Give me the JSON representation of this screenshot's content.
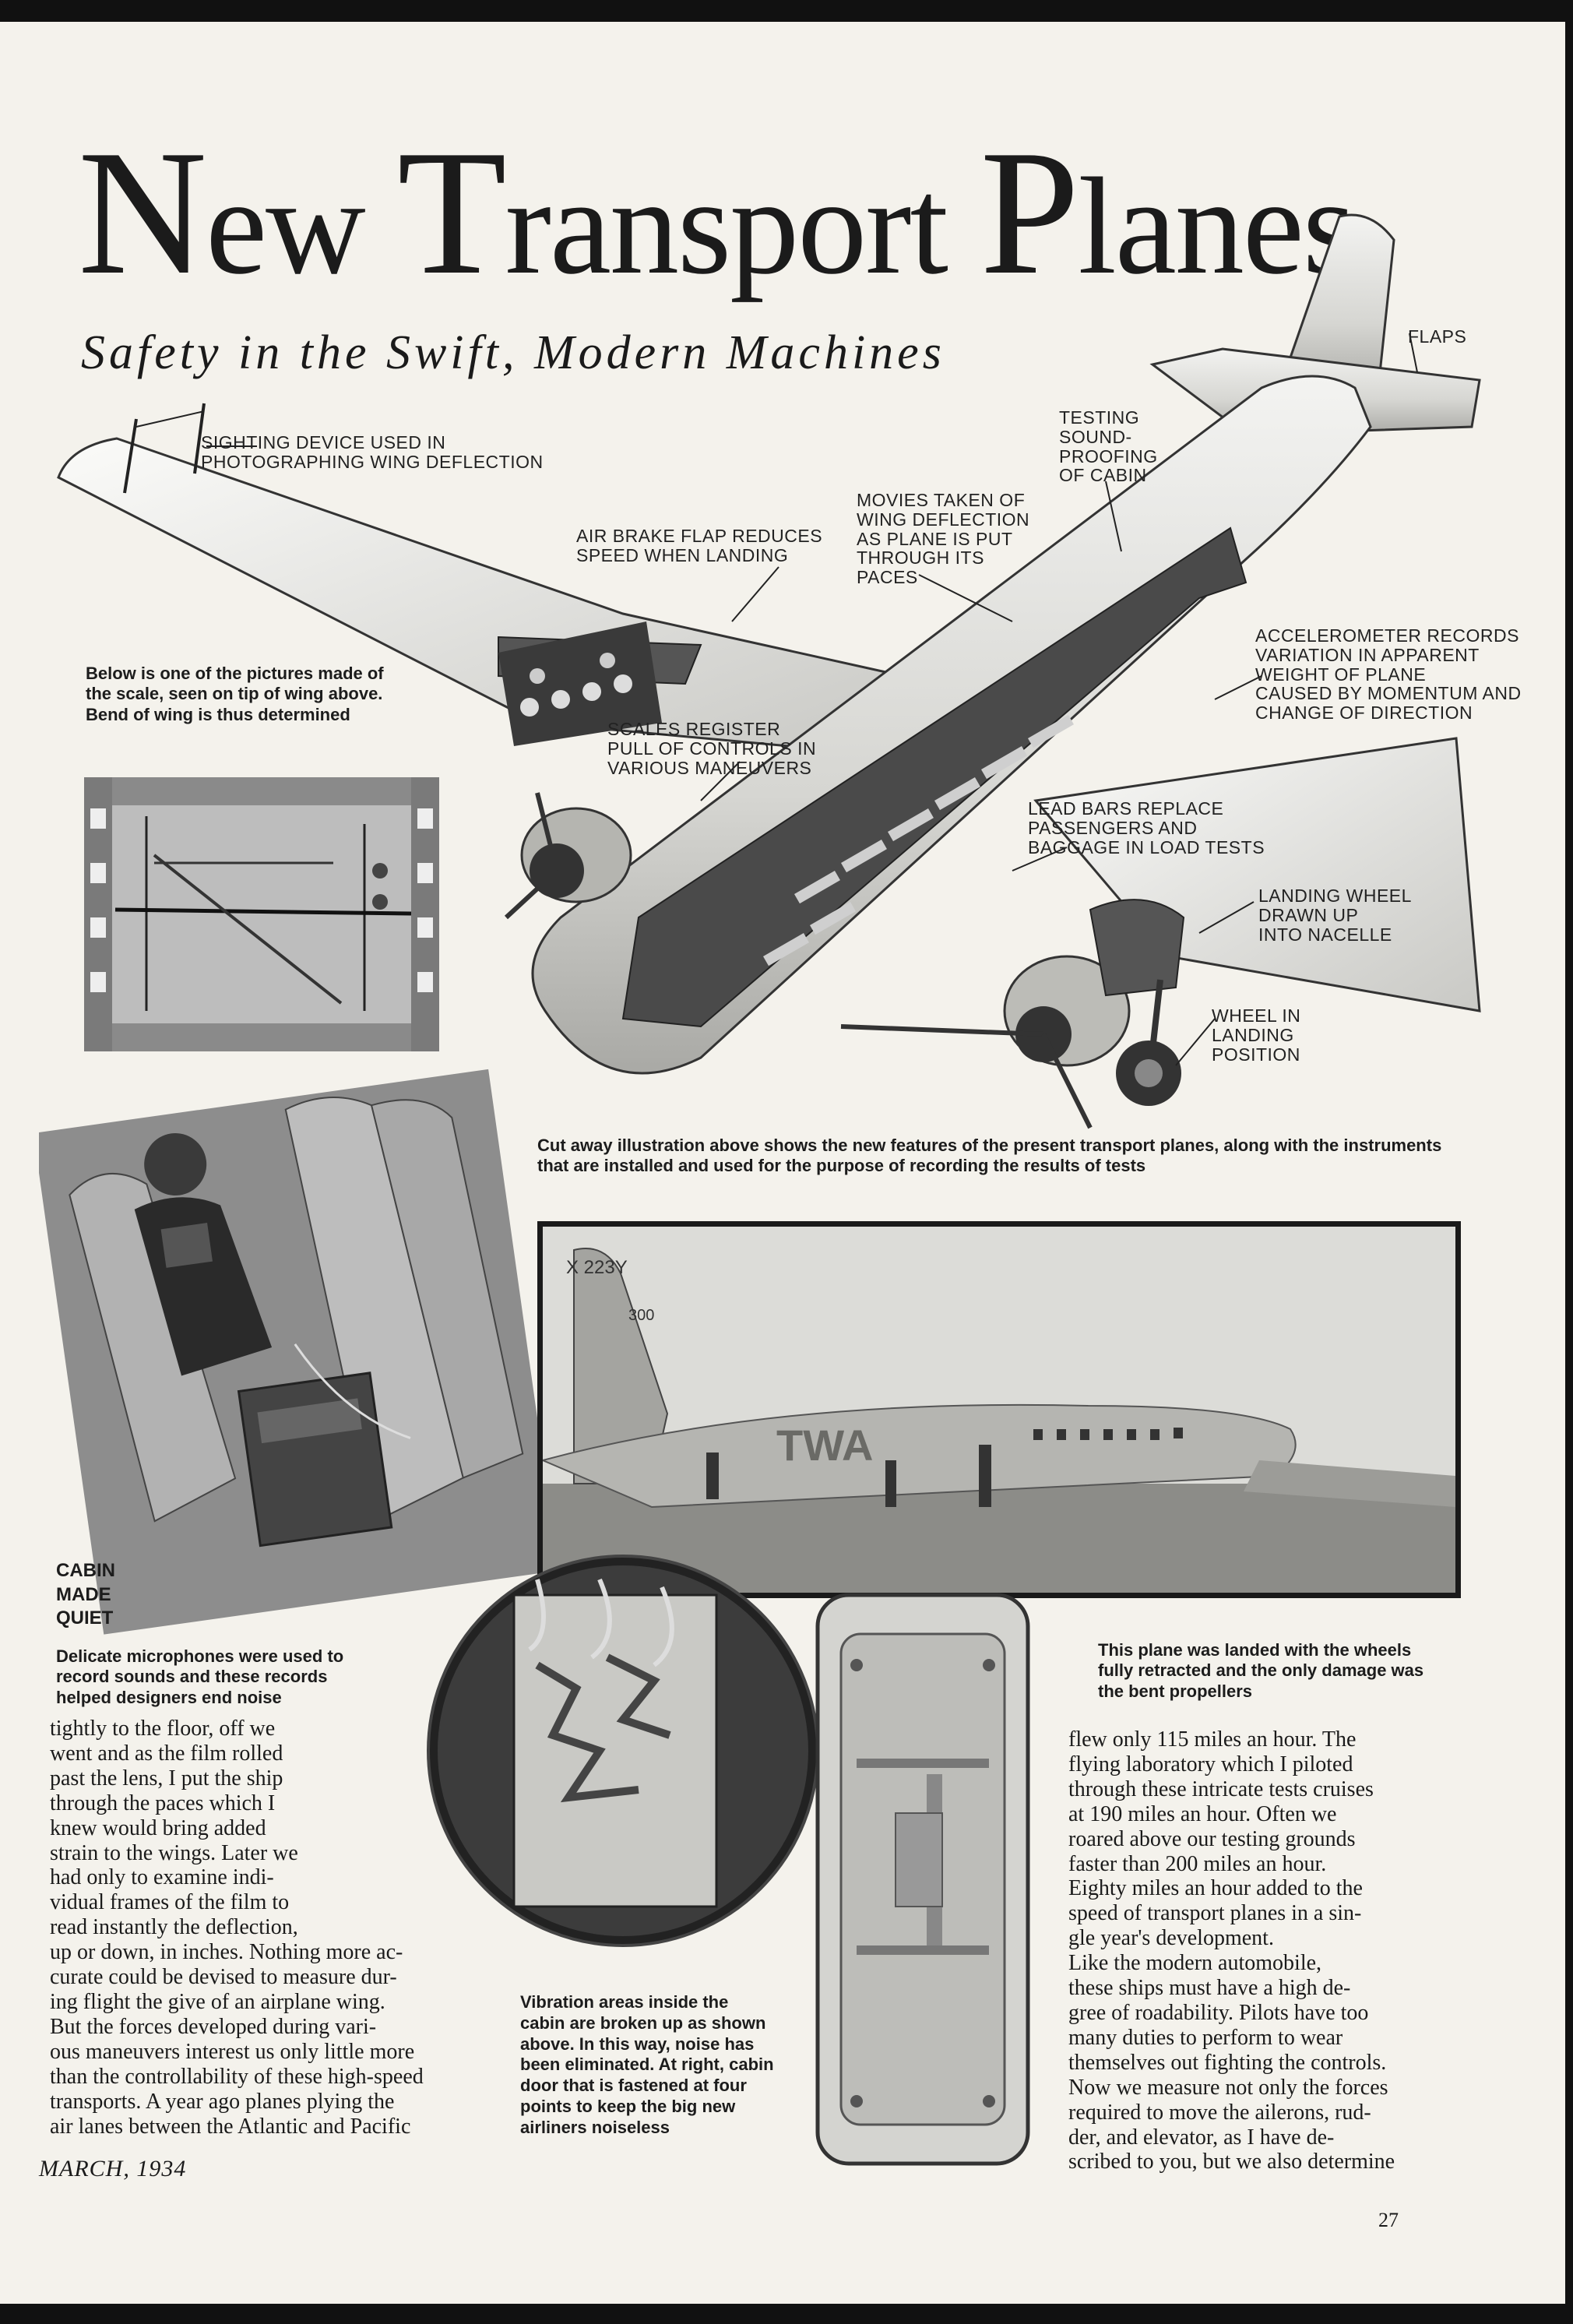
{
  "header": {
    "title_initial_1": "N",
    "title_rest_1": "ew ",
    "title_initial_2": "T",
    "title_rest_2": "ransport ",
    "title_initial_3": "P",
    "title_rest_3": "lanes",
    "subtitle": "Safety in the Swift, Modern Machines"
  },
  "diagram": {
    "callouts": {
      "sighting_device": "SIGHTING DEVICE USED IN\nPHOTOGRAPHING WING DEFLECTION",
      "air_brake": "AIR BRAKE FLAP REDUCES\nSPEED WHEN LANDING",
      "movies": "MOVIES TAKEN OF\nWING DEFLECTION\nAS PLANE IS PUT\nTHROUGH ITS\nPACES",
      "testing_sound": "TESTING\nSOUND-\nPROOFING\nOF CABIN",
      "flaps": "FLAPS",
      "accelerometer": "ACCELEROMETER RECORDS\nVARIATION IN APPARENT\nWEIGHT OF PLANE\nCAUSED BY MOMENTUM AND\nCHANGE OF DIRECTION",
      "scales": "SCALES REGISTER\nPULL OF CONTROLS IN\nVARIOUS MANEUVERS",
      "lead_bars": "LEAD BARS REPLACE\nPASSENGERS AND\nBAGGAGE IN LOAD TESTS",
      "landing_wheel": "LANDING WHEEL\nDRAWN UP\nINTO NACELLE",
      "wheel_position": "WHEEL IN\nLANDING\nPOSITION"
    },
    "caption": "Cut away illustration above shows the new features of the present transport planes, along with the instruments that are installed and used for the purpose of recording the results of tests"
  },
  "film_caption": "Below is one of the pictures made of the scale, seen on tip of wing above. Bend of wing is thus determined",
  "cabin": {
    "heading_1": "CABIN",
    "heading_2": "MADE",
    "heading_3": "QUIET",
    "caption": "Delicate microphones were used to record sounds and these records helped designers end noise"
  },
  "twa_photo": {
    "tail_number": "X 223Y",
    "tail_code": "300",
    "fuselage_text": "TWA",
    "caption": "This plane was landed with the wheels fully retracted and the only damage was the bent propellers"
  },
  "vibration_caption": "Vibration areas inside the cabin are broken up as shown above. In this way, noise has been eliminated. At right, cabin door that is fastened at four points to keep the big new airliners noiseless",
  "article": {
    "left_column": "tightly to the floor, off we\nwent and as the film rolled\npast the lens, I put the ship\nthrough the paces which I\nknew would bring added\nstrain to the wings. Later we\nhad only to examine indi-\nvidual frames of the film to\nread instantly the deflection,\nup or down, in inches. Nothing more ac-\ncurate could be devised to measure dur-\ning flight the give of an airplane wing.\n   But the forces developed during vari-\nous maneuvers interest us only little more\nthan the controllability of these high-speed\ntransports. A year ago planes plying the\nair lanes between the Atlantic and Pacific",
    "right_column": "flew only 115 miles an hour. The\nflying laboratory which I piloted\nthrough these intricate tests cruises\nat 190 miles an hour. Often we\nroared above our testing grounds\nfaster than 200 miles an hour.\nEighty miles an hour added to the\nspeed of transport planes in a sin-\ngle year's development.\n   Like the modern automobile,\nthese ships must have a high de-\ngree of roadability. Pilots have too\nmany duties to perform to wear\nthemselves out fighting the controls.\nNow we measure not only the forces\nrequired to move the ailerons, rud-\nder, and elevator, as I have de-\nscribed to you, but we also determine"
  },
  "footer": {
    "date": "MARCH, 1934",
    "page_number": "27"
  }
}
